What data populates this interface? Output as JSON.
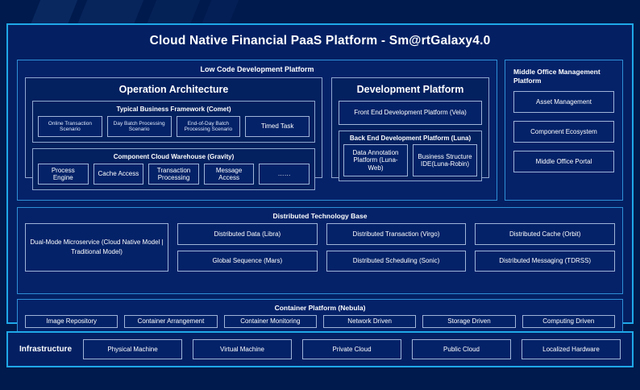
{
  "page_title": "Cloud Native Financial PaaS Platform - Sm@rtGalaxy4.0",
  "low_code": {
    "title": "Low Code Development Platform",
    "operation_architecture": {
      "title": "Operation Architecture",
      "typical_business_framework": {
        "title": "Typical Business Framework (Comet)",
        "items": [
          "Online Transaction Scenario",
          "Day Batch Processing Scenario",
          "End-of-Day Batch Processing Scenario",
          "Timed Task"
        ]
      },
      "component_cloud_warehouse": {
        "title": "Component Cloud Warehouse (Gravity)",
        "items": [
          "Process Engine",
          "Cache Access",
          "Transaction Processing",
          "Message Access",
          "……"
        ]
      }
    },
    "development_platform": {
      "title": "Development Platform",
      "front_end": "Front End Development Platform (Vela)",
      "back_end": {
        "title": "Back End Development Platform (Luna)",
        "items": [
          "Data Annotation Platform (Luna-Web)",
          "Business Structure IDE(Luna-Robin)"
        ]
      }
    }
  },
  "middle_office": {
    "title": "Middle Office Management Platform",
    "items": [
      "Asset Management",
      "Component Ecosystem",
      "Middle Office Portal"
    ]
  },
  "distributed": {
    "title": "Distributed Technology Base",
    "dual_mode": "Dual-Mode Microservice (Cloud Native Model | Traditional Model)",
    "columns": [
      [
        "Distributed Data (Libra)",
        "Global Sequence (Mars)"
      ],
      [
        "Distributed Transaction (Virgo)",
        "Distributed Scheduling (Sonic)"
      ],
      [
        "Distributed Cache (Orbit)",
        "Distributed Messaging (TDRSS)"
      ]
    ]
  },
  "container": {
    "title": "Container Platform (Nebula)",
    "items": [
      "Image Repository",
      "Container Arrangement",
      "Container Monitoring",
      "Network Driven",
      "Storage Driven",
      "Computing Driven"
    ]
  },
  "infrastructure": {
    "label": "Infrastructure",
    "items": [
      "Physical Machine",
      "Virtual Machine",
      "Private Cloud",
      "Public Cloud",
      "Localized Hardware"
    ]
  },
  "colors": {
    "page_background": "#001a4d",
    "panel_background": "#042063",
    "accent_border": "#1fa8e8",
    "section_border": "#2e8fd6",
    "cell_border": "#9fb4d8",
    "text": "#ffffff"
  }
}
